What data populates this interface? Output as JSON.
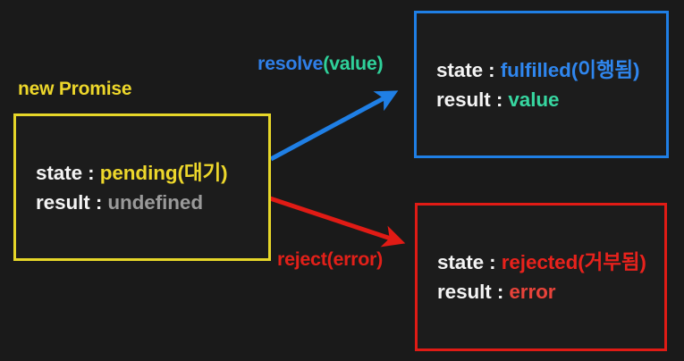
{
  "diagram": {
    "title_label": "new Promise",
    "background_color": "#1a1a1a",
    "boxes": [
      {
        "id": "pending",
        "border_color": "#e6d629",
        "rows": [
          {
            "key": "state",
            "sep": " : ",
            "value": "pending(대기)",
            "value_color": "#edd72b"
          },
          {
            "key": "result",
            "sep": " : ",
            "value": "undefined",
            "value_color": "#9a9a9a"
          }
        ]
      },
      {
        "id": "fulfilled",
        "border_color": "#1f7fe5",
        "rows": [
          {
            "key": "state",
            "sep": " : ",
            "value": "fulfilled(이행됨)",
            "value_color": "#2f86ee"
          },
          {
            "key": "result",
            "sep": " : ",
            "value": "value",
            "value_color": "#37d6a0"
          }
        ]
      },
      {
        "id": "rejected",
        "border_color": "#e01b15",
        "rows": [
          {
            "key": "state",
            "sep": " : ",
            "value": "rejected(거부됨)",
            "value_color": "#e8221c"
          },
          {
            "key": "result",
            "sep": " : ",
            "value": "error",
            "value_color": "#e8433a"
          }
        ]
      }
    ],
    "transitions": [
      {
        "id": "resolve",
        "fn": "resolve",
        "arg": "(value)",
        "fn_color": "#2f7fe8",
        "arg_color": "#2fd19a",
        "arrow_color": "#1f7fe5"
      },
      {
        "id": "reject",
        "fn": "reject",
        "arg": "(error)",
        "fn_color": "#e22019",
        "arg_color": "#e22019",
        "arrow_color": "#e01b15"
      }
    ]
  }
}
